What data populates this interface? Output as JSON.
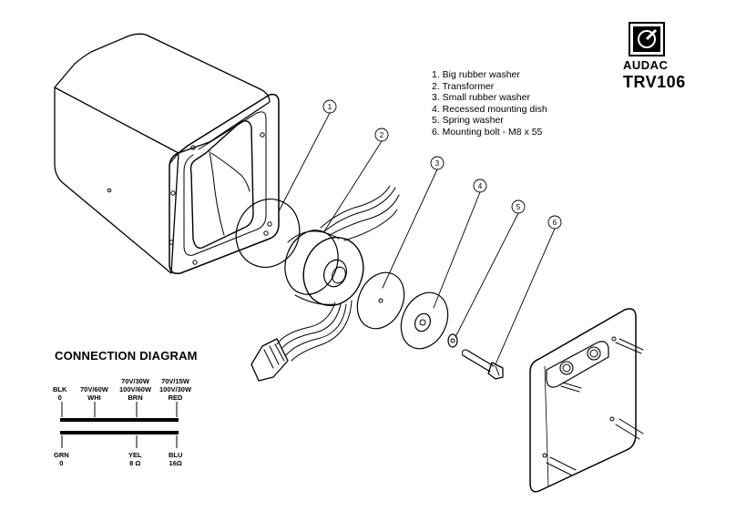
{
  "brand": {
    "name": "AUDAC",
    "model": "TRV106",
    "logo_icon": "audac-logo-icon"
  },
  "legend": {
    "items": [
      "1. Big rubber washer",
      "2. Transformer",
      "3. Small rubber washer",
      "4. Recessed mounting dish",
      "5. Spring washer",
      "6. Mounting bolt - M8 x 55"
    ]
  },
  "callouts": [
    "1",
    "2",
    "3",
    "4",
    "5",
    "6"
  ],
  "connection": {
    "title": "CONNECTION DIAGRAM",
    "top_labels": [
      {
        "code": "BLK",
        "value": "0"
      },
      {
        "code": "70V/60W",
        "value": "WHI"
      },
      {
        "code": "70V/30W",
        "value": "100V/60W",
        "color": "BRN"
      },
      {
        "code": "70V/15W",
        "value": "100V/30W",
        "color": "RED"
      }
    ],
    "bottom_labels": [
      {
        "code": "GRN",
        "value": "0"
      },
      {
        "code": "YEL",
        "value": "8 Ω"
      },
      {
        "code": "BLU",
        "value": "16Ω"
      }
    ]
  }
}
